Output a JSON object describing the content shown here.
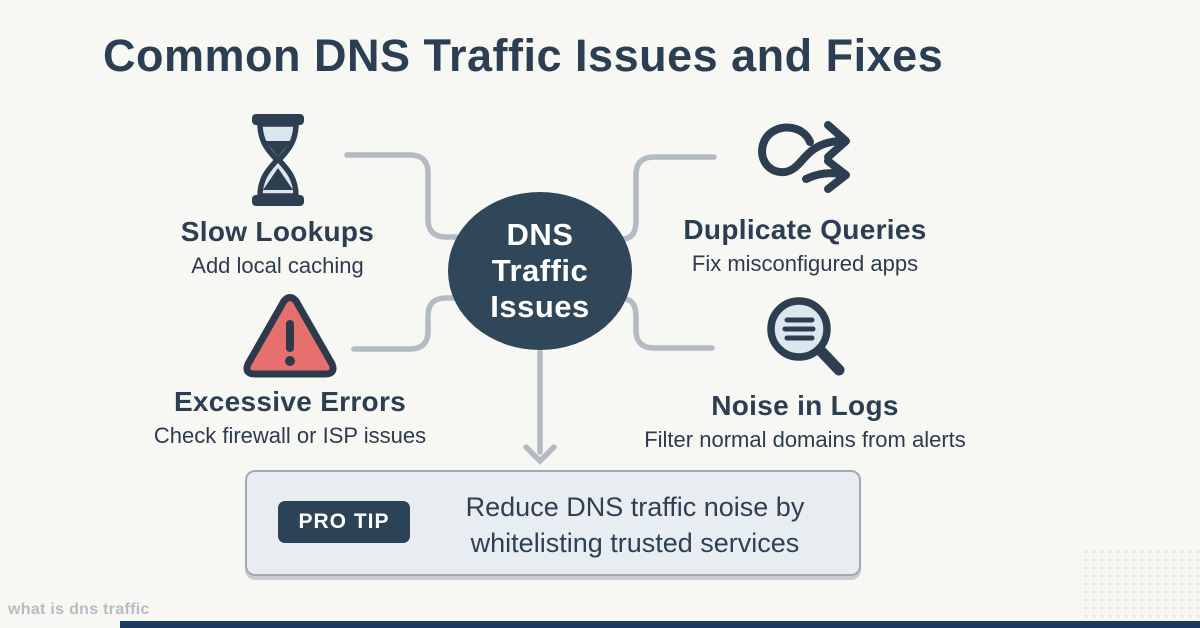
{
  "page": {
    "title": "Common DNS Traffic Issues and Fixes",
    "watermark": "what is dns traffic"
  },
  "center": {
    "label_line1": "DNS",
    "label_line2": "Traffic",
    "label_line3": "Issues"
  },
  "nodes": [
    {
      "id": "slow-lookups",
      "icon": "hourglass-icon",
      "title": "Slow Lookups",
      "fix": "Add local caching"
    },
    {
      "id": "duplicate-queries",
      "icon": "duplicate-arrows-icon",
      "title": "Duplicate Queries",
      "fix": "Fix misconfigured apps"
    },
    {
      "id": "excessive-errors",
      "icon": "warning-triangle-icon",
      "title": "Excessive Errors",
      "fix": "Check firewall or ISP issues"
    },
    {
      "id": "noise-in-logs",
      "icon": "magnifier-logs-icon",
      "title": "Noise in Logs",
      "fix": "Filter normal domains from alerts"
    }
  ],
  "pro_tip": {
    "badge": "PRO TIP",
    "text_line1": "Reduce DNS traffic noise by",
    "text_line2": "whitelisting trusted services"
  },
  "colors": {
    "background": "#f7f7f4",
    "navy_text": "#2c3e52",
    "circle_fill": "#2f4758",
    "connector_gray": "#b4bbc4",
    "warning_red": "#e5706e",
    "icon_glass_blue": "#dbe6ef",
    "protip_box_fill": "#e8edf2",
    "protip_badge_fill": "#2c4257",
    "bottom_bar_navy": "#1c3a60"
  }
}
